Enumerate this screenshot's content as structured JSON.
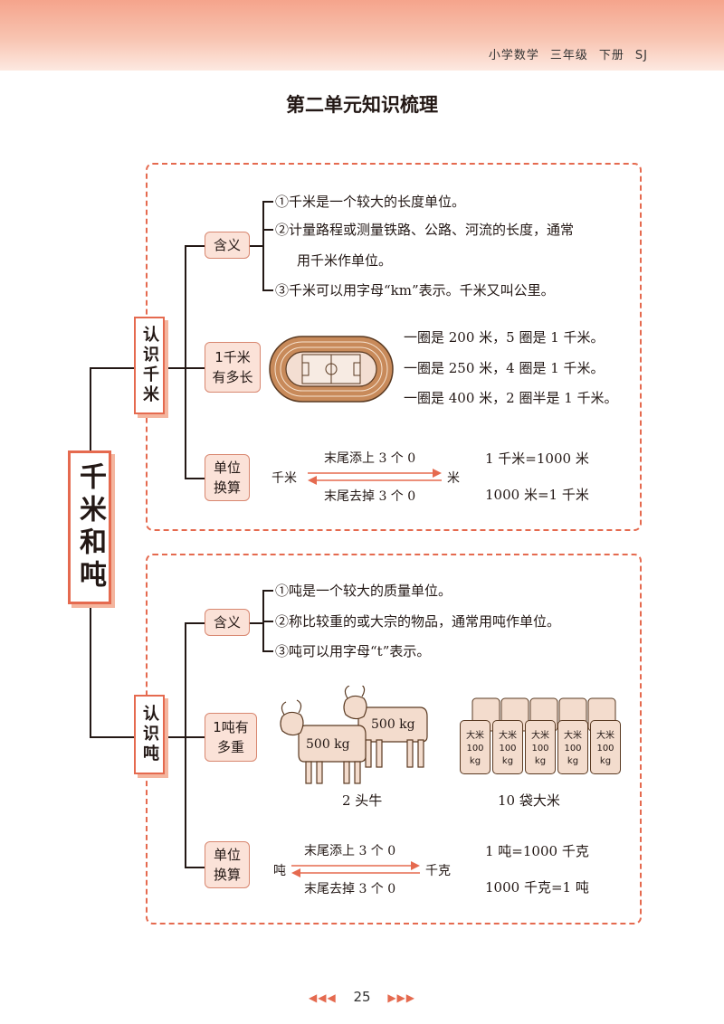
{
  "header": {
    "subject": "小学数学",
    "grade": "三年级",
    "volume": "下册",
    "edition": "SJ"
  },
  "title": "第二单元知识梳理",
  "main_topic": "千米和吨",
  "km": {
    "topic": "认识千米",
    "meaning": {
      "label": "含义",
      "items": [
        "①千米是一个较大的长度单位。",
        "②计量路程或测量铁路、公路、河流的长度，通常",
        "用千米作单位。",
        "③千米可以用字母“km”表示。千米又叫公里。"
      ]
    },
    "length": {
      "label_line1": "1千米",
      "label_line2": "有多长",
      "facts": [
        "一圈是 200 米，5 圈是 1 千米。",
        "一圈是 250 米，4 圈是 1 千米。",
        "一圈是 400 米，2 圈半是 1 千米。"
      ]
    },
    "conversion": {
      "label_line1": "单位",
      "label_line2": "换算",
      "left": "千米",
      "right": "米",
      "top": "末尾添上 3 个 0",
      "bottom": "末尾去掉 3 个 0",
      "eq1": "1 千米=1000 米",
      "eq2": "1000 米=1 千米"
    }
  },
  "ton": {
    "topic": "认识吨",
    "meaning": {
      "label": "含义",
      "items": [
        "①吨是一个较大的质量单位。",
        "②称比较重的或大宗的物品，通常用吨作单位。",
        "③吨可以用字母“t”表示。"
      ]
    },
    "weight": {
      "label_line1": "1吨有",
      "label_line2": "多重",
      "cow_weight": "500 kg",
      "cow_caption": "2 头牛",
      "rice_text": "大米",
      "rice_weight": "100 kg",
      "rice_caption": "10 袋大米"
    },
    "conversion": {
      "label_line1": "单位",
      "label_line2": "换算",
      "left": "吨",
      "right": "千克",
      "top": "末尾添上 3 个 0",
      "bottom": "末尾去掉 3 个 0",
      "eq1": "1 吨=1000 千克",
      "eq2": "1000 千克=1 吨"
    }
  },
  "footer": {
    "page_number": "25",
    "left_arrows": "◀◀◀",
    "right_arrows": "▶▶▶"
  },
  "colors": {
    "accent": "#e56a4f",
    "pill_fill": "#fbe2d8",
    "track": "#c88a5a",
    "field": "#f3ded2"
  }
}
